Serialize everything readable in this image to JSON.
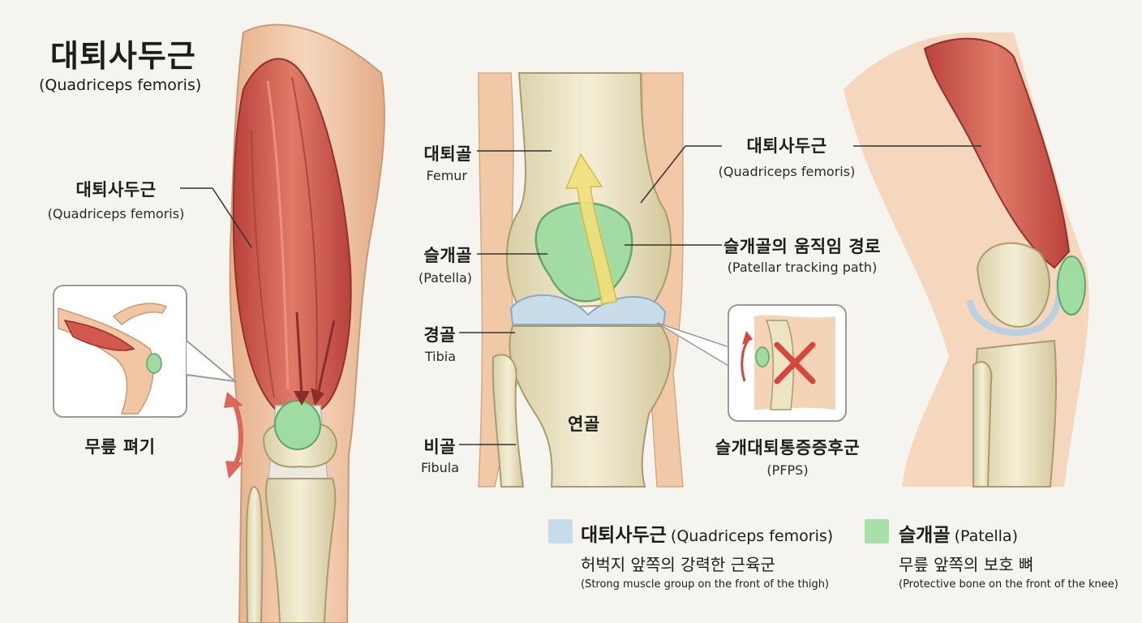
{
  "title": {
    "ko": "대퇴사두근",
    "en": "(Quadriceps femoris)"
  },
  "left_panel": {
    "quad_label": {
      "ko": "대퇴사두근",
      "en": "(Quadriceps femoris)"
    },
    "inset_caption": "무릎 펴기"
  },
  "middle_panel": {
    "femur": {
      "ko": "대퇴골",
      "en": "Femur"
    },
    "patella": {
      "ko": "슬개골",
      "en": "(Patella)"
    },
    "tibia": {
      "ko": "경골",
      "en": "Tibia"
    },
    "fibula": {
      "ko": "비골",
      "en": "Fibula"
    },
    "cartilage": "연골",
    "quad": {
      "ko": "대퇴사두근",
      "en": "(Quadriceps femoris)"
    },
    "tracking": {
      "ko": "슬개골의 움직임 경로",
      "en": "(Patellar tracking path)"
    },
    "pfps": {
      "ko": "슬개대퇴통증증후군",
      "en": "(PFPS)"
    }
  },
  "legend": {
    "quad": {
      "color": "#c6dcea",
      "ko": "대퇴사두근",
      "en": "(Quadriceps femoris)",
      "desc_ko": "허벅지 앞쪽의 강력한 근육군",
      "desc_en": "(Strong muscle group on the front of the thigh)"
    },
    "patella": {
      "color": "#a9dfa8",
      "ko": "슬개골",
      "en": "(Patella)",
      "desc_ko": "무릎 앞쪽의 보호 뼈",
      "desc_en": "(Protective bone on the front of the knee)"
    }
  },
  "colors": {
    "muscle": "#d3574c",
    "skin": "#f1c9a6",
    "bone": "#ece4c2",
    "patella": "#9fdca2",
    "meniscus": "#c9dcea",
    "arrow": "#f1e07a",
    "warning": "#d9453c"
  }
}
